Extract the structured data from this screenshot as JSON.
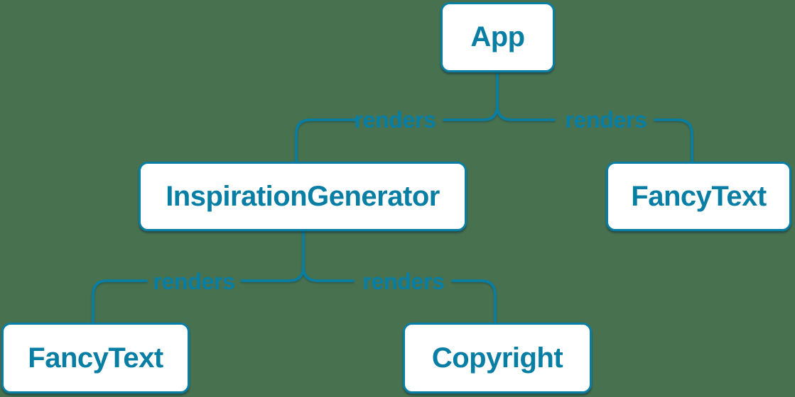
{
  "theme": {
    "background": "#47714F",
    "accent": "#087EA4",
    "node_fill": "#FFFFFF"
  },
  "diagram": {
    "type": "component-render-tree",
    "nodes": [
      {
        "id": "app",
        "label": "App"
      },
      {
        "id": "inspiration-generator",
        "label": "InspirationGenerator"
      },
      {
        "id": "fancy-text-right",
        "label": "FancyText"
      },
      {
        "id": "fancy-text-left",
        "label": "FancyText"
      },
      {
        "id": "copyright",
        "label": "Copyright"
      }
    ],
    "edges": [
      {
        "from": "App",
        "to": "InspirationGenerator",
        "label": "renders"
      },
      {
        "from": "App",
        "to": "FancyText",
        "label": "renders"
      },
      {
        "from": "InspirationGenerator",
        "to": "FancyText",
        "label": "renders"
      },
      {
        "from": "InspirationGenerator",
        "to": "Copyright",
        "label": "renders"
      }
    ]
  }
}
